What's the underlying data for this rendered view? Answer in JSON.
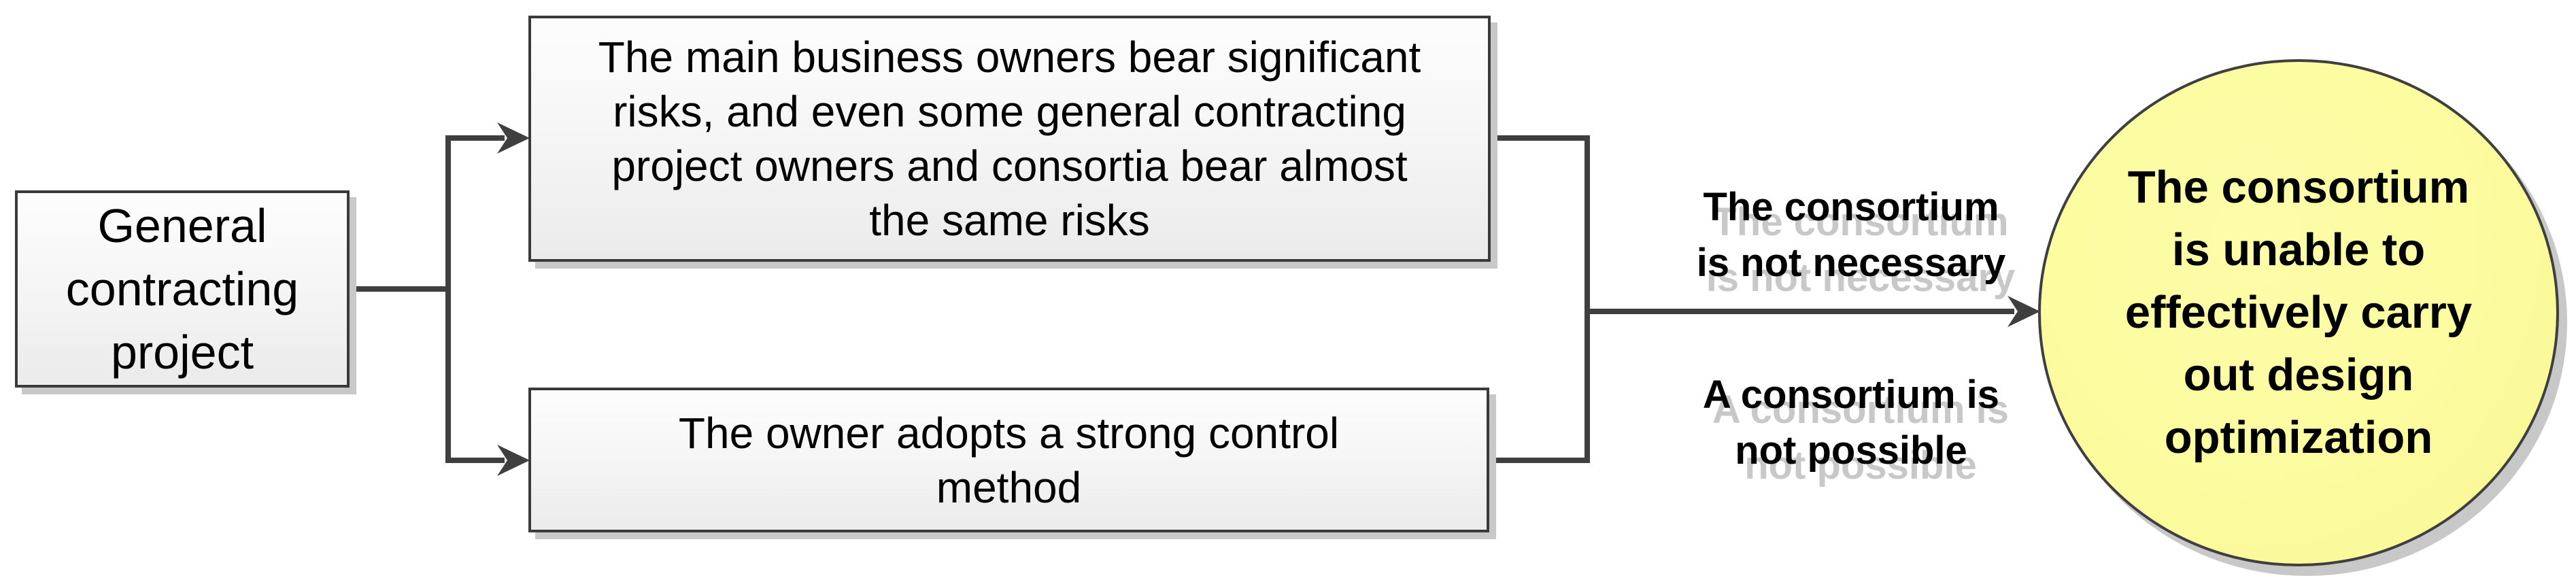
{
  "diagram": {
    "title": "General contracting project consortium flow diagram",
    "source_box": {
      "lines": [
        "General",
        "contracting",
        "project"
      ]
    },
    "risk_box": {
      "lines": [
        "The main business owners bear significant",
        "risks, and even some general contracting",
        "project owners and consortia bear almost",
        "the same risks"
      ]
    },
    "control_box": {
      "lines": [
        "The owner adopts a strong control",
        "method"
      ]
    },
    "branch_labels": {
      "not_necessary": {
        "lines": [
          "The consortium",
          "is not necessary"
        ]
      },
      "not_possible": {
        "lines": [
          "A consortium is",
          "not possible"
        ]
      }
    },
    "outcome_circle": {
      "lines": [
        "The consortium",
        "is unable to",
        "effectively carry",
        "out design",
        "optimization"
      ]
    },
    "colors": {
      "background": "#ffffff",
      "box_border": "#3a3a3a",
      "connector": "#3f3f3f",
      "box_fill_top": "#fdfdfd",
      "box_fill_bottom": "#ebebeb",
      "circle_fill": "#fbfb9d",
      "circle_border": "#3f3f3f",
      "shadow": "#c8c8c8",
      "label_shadow": "#c8c8c8",
      "text": "#000000"
    }
  }
}
